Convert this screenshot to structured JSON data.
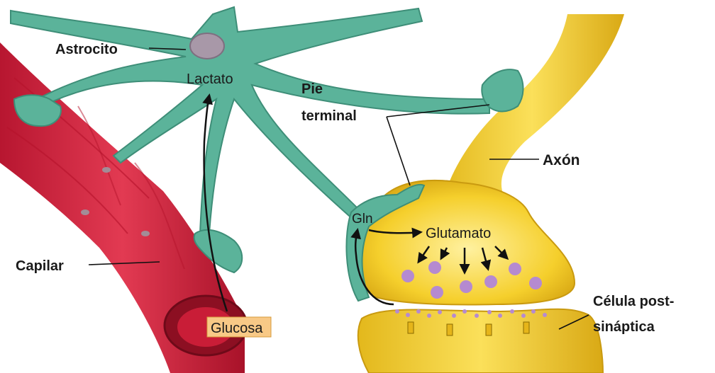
{
  "labels": {
    "astrocito": "Astrocito",
    "lactato": "Lactato",
    "pie_line1": "Pie",
    "pie_line2": "terminal",
    "axon": "Axón",
    "gln": "Gln",
    "glutamato": "Glutamato",
    "capilar": "Capilar",
    "glucosa": "Glucosa",
    "celula_line1": "Célula post-",
    "celula_line2": "sináptica"
  },
  "colors": {
    "astrocyte": "#5bb39a",
    "astrocyte_dark": "#3e8e78",
    "capillary": "#d5263f",
    "capillary_dark": "#a0142b",
    "axon": "#f3cf2c",
    "axon_dark": "#d6a812",
    "vesicle": "#b58ad0",
    "glucosa_box": "#f8c986"
  }
}
